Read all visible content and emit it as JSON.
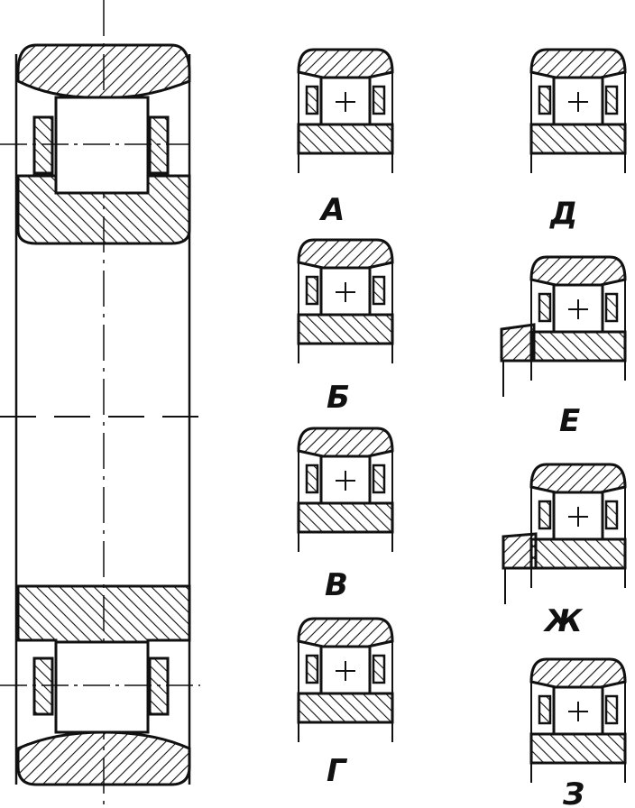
{
  "figure": {
    "labels": {
      "a": "А",
      "b": "Б",
      "v": "В",
      "g": "Г",
      "d": "Д",
      "e": "Е",
      "zh": "Ж",
      "z": "З"
    }
  }
}
